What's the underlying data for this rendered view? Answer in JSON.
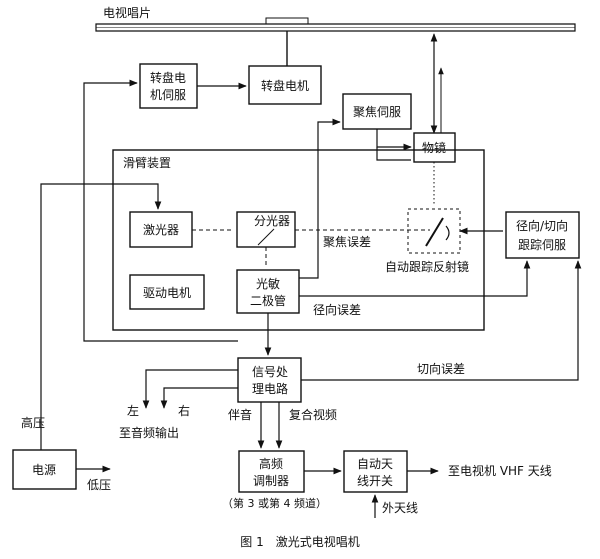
{
  "disc_label": "电视唱片",
  "blocks": {
    "turntable_servo": [
      "转盘电",
      "机伺服"
    ],
    "turntable_motor": "转盘电机",
    "focus_servo": "聚焦伺服",
    "objective_lens": "物镜",
    "slide_arm": "滑臂装置",
    "laser": "激光器",
    "beam_splitter": "分光器",
    "drive_motor": "驱动电机",
    "photodiode": [
      "光敏",
      "二极管"
    ],
    "mirror_label": "自动跟踪反射镜",
    "tracking_servo": [
      "径向/切向",
      "跟踪伺服"
    ],
    "signal_processor": [
      "信号处",
      "理电路"
    ],
    "power_supply": "电源",
    "rf_modulator": [
      "高频",
      "调制器"
    ],
    "antenna_switch": [
      "自动天",
      "线开关"
    ]
  },
  "labels": {
    "focus_error": "聚焦误差",
    "radial_error": "径向误差",
    "tangential_error": "切向误差",
    "high_voltage": "高压",
    "low_voltage": "低压",
    "left": "左",
    "right": "右",
    "to_audio_out": "至音频输出",
    "audio": "伴音",
    "composite_video": "复合视频",
    "channel_note": "（第 3 或第 4 频道）",
    "to_tv": "至电视机 VHF 天线",
    "external_antenna": "外天线"
  },
  "caption": "图 1　激光式电视唱机"
}
